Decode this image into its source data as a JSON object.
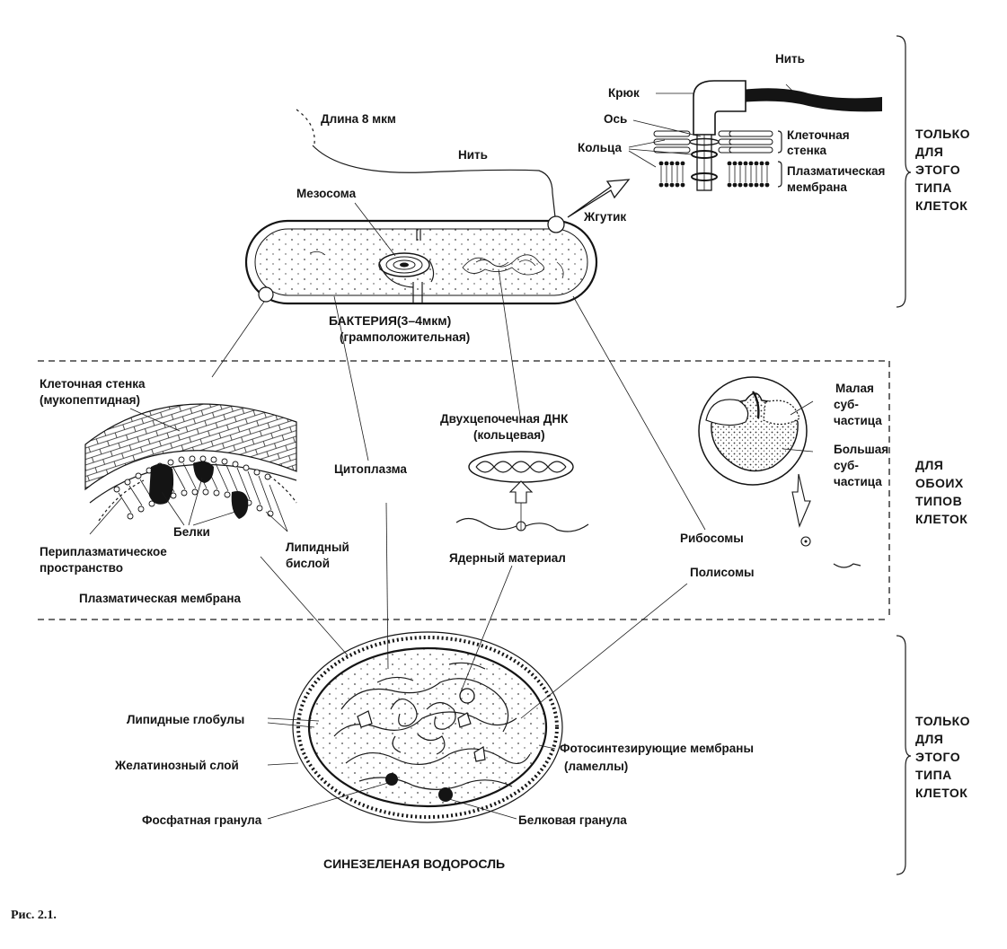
{
  "bacterium": {
    "length_label": "Длина 8 мкм",
    "filament_label": "Нить",
    "mesosome_label": "Мезосома",
    "flagellum_label": "Жгутик",
    "title_line1": "БАКТЕРИЯ(3–4мкм)",
    "title_line2": "(грамположительная)"
  },
  "flagellum_detail": {
    "filament": "Нить",
    "hook": "Крюк",
    "axis": "Ось",
    "rings": "Кольца",
    "cell_wall_line1": "Клеточная",
    "cell_wall_line2": "стенка",
    "plasma_membrane_line1": "Плазматическая",
    "plasma_membrane_line2": "мембрана"
  },
  "common": {
    "cell_wall_line1": "Клеточная стенка",
    "cell_wall_line2": "(мукопептидная)",
    "proteins": "Белки",
    "periplasmic_line1": "Периплазматическое",
    "periplasmic_line2": "пространство",
    "lipid_bilayer_line1": "Липидный",
    "lipid_bilayer_line2": "бислой",
    "plasma_membrane": "Плазматическая мембрана",
    "cytoplasm": "Цитоплазма",
    "dna_line1": "Двухцепочечная ДНК",
    "dna_line2": "(кольцевая)",
    "nuclear_material": "Ядерный материал",
    "ribosomes": "Рибосомы",
    "polysomes": "Полисомы",
    "small_subunit_line1": "Малая",
    "small_subunit_line2": "суб-",
    "small_subunit_line3": "частица",
    "large_subunit_line1": "Большая",
    "large_subunit_line2": "суб-",
    "large_subunit_line3": "частица"
  },
  "alga": {
    "lipid_globules": "Липидные глобулы",
    "gelatinous_layer": "Желатинозный слой",
    "phosphate_granule": "Фосфатная гранула",
    "photosynthetic_line1": "Фотосинтезирующие мембраны",
    "photosynthetic_line2": "(ламеллы)",
    "protein_granule": "Белковая гранула",
    "title": "СИНЕЗЕЛЕНАЯ ВОДОРОСЛЬ"
  },
  "side_labels": {
    "top": [
      "ТОЛЬКО",
      "ДЛЯ",
      "ЭТОГО",
      "ТИПА",
      "КЛЕТОК"
    ],
    "middle": [
      "ДЛЯ",
      "ОБОИХ",
      "ТИПОВ",
      "КЛЕТОК"
    ],
    "bottom": [
      "ТОЛЬКО",
      "ДЛЯ",
      "ЭТОГО",
      "ТИПА",
      "КЛЕТОК"
    ]
  },
  "caption": "Рис. 2.1."
}
